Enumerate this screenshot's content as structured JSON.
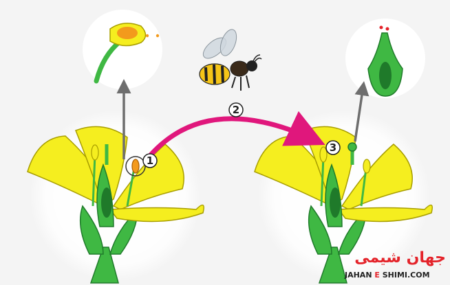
{
  "step_labels": {
    "one": "1",
    "two": "2",
    "three": "3"
  },
  "watermark": {
    "logo_persian": "جهان شیمی",
    "logo_latin_left": "JAHAN",
    "logo_latin_mid": "E",
    "logo_latin_right": "SHIMI.COM"
  },
  "colors": {
    "background": "#f4f4f4",
    "petal_yellow": "#f5ee1f",
    "petal_dark_yellow": "#d9cc00",
    "stem_green": "#3fb843",
    "dark_green": "#1f7a2a",
    "pollen_orange": "#f39a1c",
    "arrow_magenta": "#e0177c",
    "arrow_gray": "#6e6e6e",
    "logo_red": "#e4232a"
  }
}
